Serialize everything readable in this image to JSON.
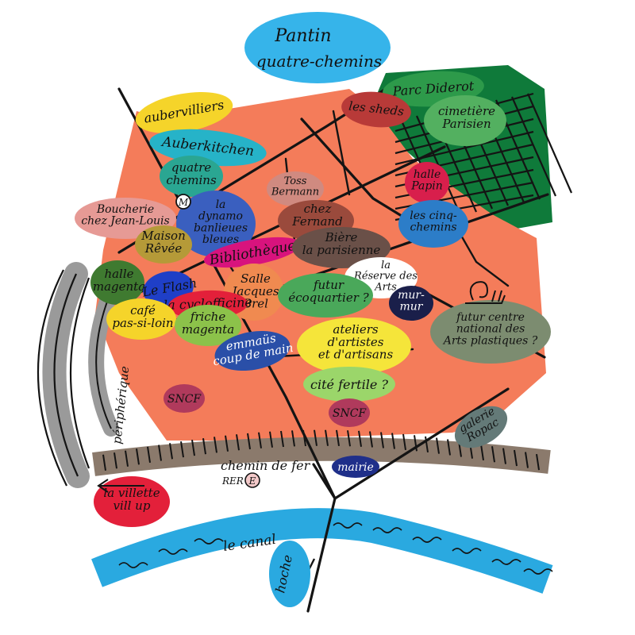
{
  "title": {
    "line1": "Pantin",
    "line2": "quatre-chemins"
  },
  "colors": {
    "district": "#f47c5a",
    "park": "#0f7a3a",
    "canal": "#2aa9e0",
    "rail": "#8b7a6c",
    "peripherique": "#9a9a9a",
    "street": "#141414",
    "title_bubble": "#36b4ea"
  },
  "places": [
    {
      "id": "aubervilliers",
      "lines": [
        "aubervilliers"
      ],
      "color": "#f5d42a"
    },
    {
      "id": "auberkitchen",
      "lines": [
        "Auberkitchen"
      ],
      "color": "#26b3c8"
    },
    {
      "id": "quatre-chemins-metro",
      "lines": [
        "quatre",
        "chemins"
      ],
      "color": "#2aa692"
    },
    {
      "id": "metro-symbol",
      "lines": [
        "M"
      ],
      "color": "#ffffff"
    },
    {
      "id": "parc-diderot",
      "lines": [
        "Parc Diderot"
      ],
      "color": "#2d9a4a"
    },
    {
      "id": "les-sheds",
      "lines": [
        "les sheds"
      ],
      "color": "#b83a38"
    },
    {
      "id": "cimetiere-parisien",
      "lines": [
        "cimetière",
        "Parisien"
      ],
      "color": "#53b060"
    },
    {
      "id": "toss-bermann",
      "lines": [
        "Toss",
        "Bermann"
      ],
      "color": "#d08a80"
    },
    {
      "id": "chez-fernand",
      "lines": [
        "chez",
        "Fernand"
      ],
      "color": "#9a4a3c"
    },
    {
      "id": "halle-papin",
      "lines": [
        "halle",
        "Papin"
      ],
      "color": "#d81f4c"
    },
    {
      "id": "les-cinq-chemins",
      "lines": [
        "les cinq-",
        "chemins"
      ],
      "color": "#2c7dc8"
    },
    {
      "id": "boucherie",
      "lines": [
        "Boucherie",
        "chez Jean-Louis"
      ],
      "color": "#e69a95"
    },
    {
      "id": "la-dynamo",
      "lines": [
        "la",
        "dynamo",
        "banlieues",
        "bleues"
      ],
      "color": "#3a5fbf"
    },
    {
      "id": "maison-revee",
      "lines": [
        "Maison",
        "Rêvée"
      ],
      "color": "#b59a38"
    },
    {
      "id": "bibliotheque",
      "lines": [
        "Bibliothèque"
      ],
      "color": "#d8137d"
    },
    {
      "id": "biere-parisienne",
      "lines": [
        "Bière",
        "la parisienne"
      ],
      "color": "#6a5048"
    },
    {
      "id": "reserve-des-arts",
      "lines": [
        "la",
        "Réserve des",
        "Arts"
      ],
      "color": "#ffffff"
    },
    {
      "id": "halle-magenta",
      "lines": [
        "halle",
        "magenta"
      ],
      "color": "#3f7a30"
    },
    {
      "id": "le-flash",
      "lines": [
        "Le Flash"
      ],
      "color": "#1f3fc7"
    },
    {
      "id": "salle-jacques-brel",
      "lines": [
        "Salle",
        "Jacques",
        "Brel"
      ],
      "color": "#f08a50"
    },
    {
      "id": "futur-ecoquartier",
      "lines": [
        "futur",
        "écoquartier ?"
      ],
      "color": "#4aa85a"
    },
    {
      "id": "mur-mur",
      "lines": [
        "mur-",
        "mur"
      ],
      "color": "#1a1f4a"
    },
    {
      "id": "la-cyclofficine",
      "lines": [
        "la cyclofficine"
      ],
      "color": "#e3203a"
    },
    {
      "id": "cafe-pas-si-loin",
      "lines": [
        "café",
        "pas-si-loin"
      ],
      "color": "#f5d42a"
    },
    {
      "id": "friche-magenta",
      "lines": [
        "friche",
        "magenta"
      ],
      "color": "#8cc24a"
    },
    {
      "id": "emmaus",
      "lines": [
        "emmaüs",
        "coup de main"
      ],
      "color": "#2a4fa8"
    },
    {
      "id": "ateliers",
      "lines": [
        "ateliers",
        "d'artistes",
        "et d'artisans"
      ],
      "color": "#f5e53a"
    },
    {
      "id": "cnap",
      "lines": [
        "futur centre",
        "national des",
        "Arts plastiques ?"
      ],
      "color": "#7c8c70"
    },
    {
      "id": "cite-fertile",
      "lines": [
        "cité fertile ?"
      ],
      "color": "#9bd66a"
    },
    {
      "id": "sncf-1",
      "lines": [
        "SNCF"
      ],
      "color": "#b03a5c"
    },
    {
      "id": "sncf-2",
      "lines": [
        "SNCF"
      ],
      "color": "#b03a5c"
    },
    {
      "id": "galerie-ropac",
      "lines": [
        "galerie",
        "Ropac"
      ],
      "color": "#647a78"
    },
    {
      "id": "mairie",
      "lines": [
        "mairie"
      ],
      "color": "#1f2f8a"
    },
    {
      "id": "la-villette",
      "lines": [
        "la villette",
        "vill up"
      ],
      "color": "#e3203a"
    }
  ],
  "labels": {
    "peripherique": "périphérique",
    "chemin_de_fer": "chemin de fer",
    "rer": "RER",
    "rer_line": "E",
    "canal": "le canal",
    "hoche": "hoche"
  },
  "icons": [
    "arrow-left-icon",
    "cnap-snail-icon",
    "metro-icon",
    "rer-icon",
    "arrow-down-icon"
  ]
}
